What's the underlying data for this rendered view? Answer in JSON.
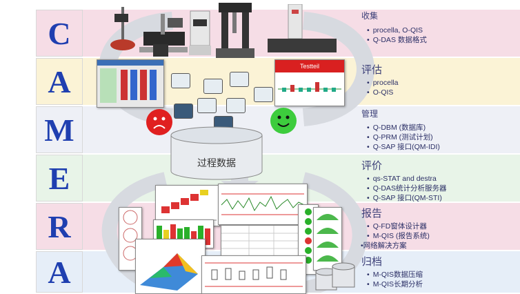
{
  "letters": [
    "C",
    "A",
    "M",
    "E",
    "R",
    "A"
  ],
  "bands": [
    "#f6dde6",
    "#fbf3d6",
    "#eef0f6",
    "#e8f4e8",
    "#f6dde6",
    "#e6eef8"
  ],
  "sections": [
    {
      "title": "收集",
      "items": [
        "procella, O-QIS",
        "Q-DAS 数据格式"
      ]
    },
    {
      "title": "评估",
      "items": [
        "procella",
        "O-QIS"
      ]
    },
    {
      "title": "管理",
      "items": [
        "Q-DBM (数据库)",
        "Q-PRM (测试计划)",
        "Q-SAP 接口(QM-IDI)"
      ]
    },
    {
      "title": "评价",
      "items": [
        "qs-STAT and destra",
        "Q-DAS统计分析服务器",
        "Q-SAP 接口(QM-STI)"
      ]
    },
    {
      "title": "报告",
      "items": [
        "Q-FD窗体设计器",
        "M-QIS (报告系统)",
        "•网络解决方案"
      ]
    },
    {
      "title": "归档",
      "items": [
        "M-QIS数据压缩",
        "M-QIS长期分析"
      ]
    }
  ],
  "database_label": "过程数据",
  "screen_label": "Testteil",
  "colors": {
    "letter": "#1f3fb0",
    "text": "#2b2f66",
    "arrow": "#d8dbe0",
    "sad": "#e02020",
    "happy": "#2fc02f"
  }
}
